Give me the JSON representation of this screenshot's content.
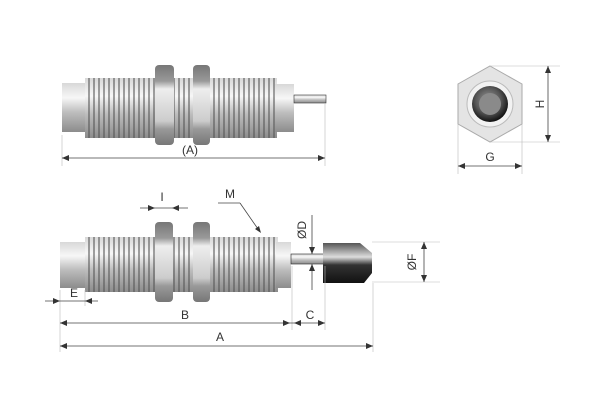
{
  "labels": {
    "top_overall": "(A)",
    "overall_length": "A",
    "body_length": "B",
    "stroke": "C",
    "end_length": "E",
    "nut_width": "I",
    "thread": "M",
    "rod_diameter": "ØD",
    "bumper_diameter": "ØF",
    "hex_width": "G",
    "hex_height": "H"
  },
  "colors": {
    "metal_light": "#e8e8e8",
    "metal_dark": "#8a8a8a",
    "bumper": "#2a2a2a",
    "dimension": "#444444"
  }
}
